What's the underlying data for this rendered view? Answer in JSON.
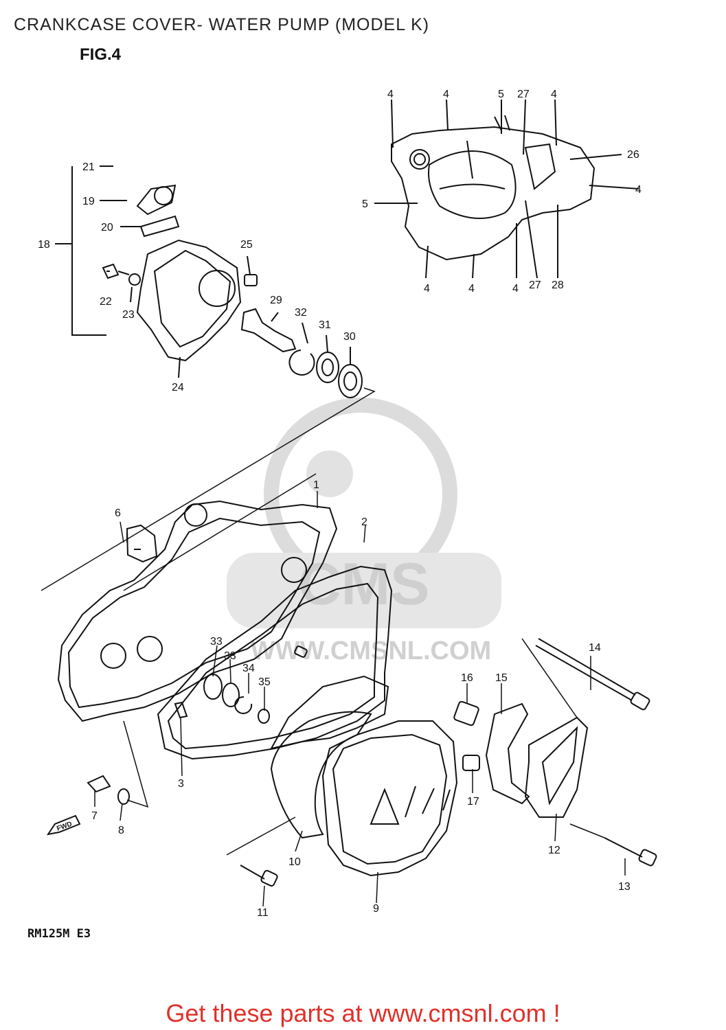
{
  "header": {
    "title": "CRANKCASE COVER- WATER PUMP (MODEL K)"
  },
  "figure": {
    "label": "FIG.4",
    "model_code": "RM125M E3"
  },
  "watermark": {
    "text": "WWW.CMSNL.COM",
    "logo": "CMS"
  },
  "callouts": [
    "4",
    "4",
    "5",
    "27",
    "4",
    "26",
    "4",
    "5",
    "4",
    "4",
    "4",
    "27",
    "28",
    "21",
    "19",
    "20",
    "18",
    "25",
    "22",
    "23",
    "29",
    "32",
    "31",
    "30",
    "24",
    "1",
    "6",
    "2",
    "33",
    "33",
    "34",
    "35",
    "14",
    "16",
    "15",
    "3",
    "7",
    "8",
    "17",
    "12",
    "10",
    "13",
    "11",
    "9"
  ],
  "footer": {
    "cta_prefix": "Get these parts at ",
    "cta_link": "www.cmsnl.com",
    "cta_suffix": " !"
  },
  "colors": {
    "cta": "#e0302a",
    "lines": "#111111",
    "watermark": "#d9d9d9"
  }
}
